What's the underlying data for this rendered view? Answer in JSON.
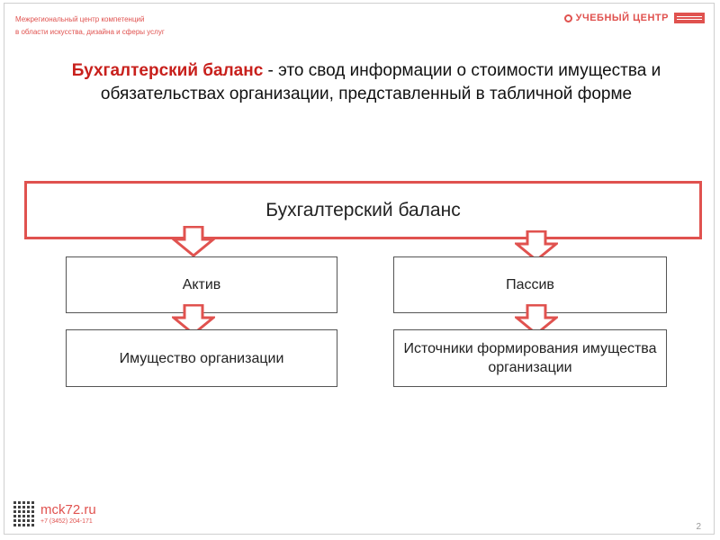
{
  "header": {
    "org_line1": "Межрегиональный центр компетенций",
    "org_line2": "в области искусства, дизайна и сферы услуг",
    "logo_text": "УЧЕБНЫЙ ЦЕНТР"
  },
  "intro": {
    "term": "Бухгалтерский баланс",
    "definition": " - это свод информации о стоимости имущества и обязательствах организации, представленный в табличной форме"
  },
  "diagram": {
    "root": "Бухгалтерский баланс",
    "left_level1": "Актив",
    "right_level1": "Пассив",
    "left_level2": "Имущество организации",
    "right_level2": "Источники формирования имущества организации"
  },
  "footer": {
    "site": "mck72.ru",
    "phone": "+7 (3452) 204-171",
    "page_number": "2"
  },
  "colors": {
    "accent": "#e0524f",
    "term": "#c8201c",
    "box_border": "#555555"
  }
}
